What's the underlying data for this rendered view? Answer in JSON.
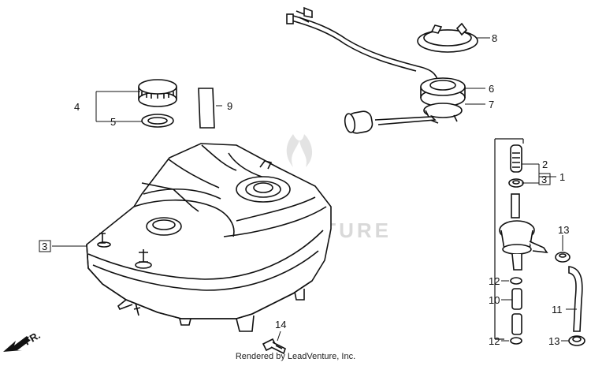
{
  "credit": "Rendered by LeadVenture, Inc.",
  "watermark": "LEADVENTURE",
  "direction_label": "FR.",
  "callouts": {
    "c1": "1",
    "c2": "2",
    "c3a": "3",
    "c3b": "3",
    "c4": "4",
    "c5": "5",
    "c6": "6",
    "c7": "7",
    "c8": "8",
    "c9": "9",
    "c10": "10",
    "c11": "11",
    "c12a": "12",
    "c12b": "12",
    "c13a": "13",
    "c13b": "13",
    "c14": "14"
  }
}
